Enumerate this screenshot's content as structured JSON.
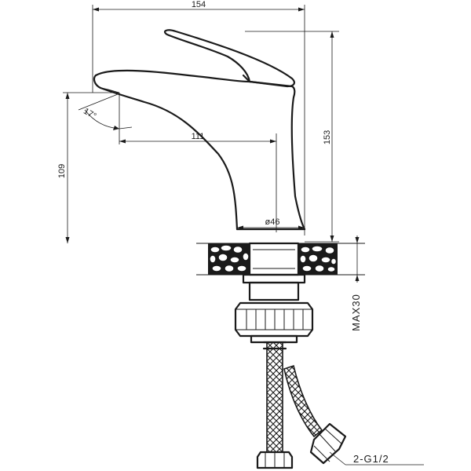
{
  "dimensions": {
    "total_width": "154",
    "spout_reach": "111",
    "total_height": "153",
    "spout_height": "109",
    "spout_angle": "17°",
    "base_diameter": "ø46",
    "max_counter_thickness": "MAX30",
    "hose_thread": "2-G1/2"
  }
}
